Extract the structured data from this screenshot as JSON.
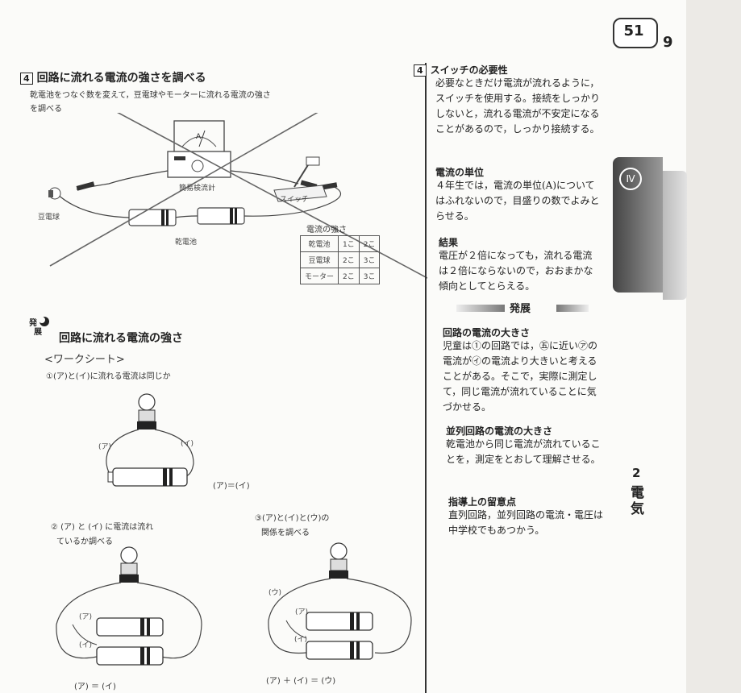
{
  "page_number": "51",
  "corner_mark": "9",
  "left": {
    "section4": {
      "num": "4",
      "title": "回路に流れる電流の強さを調べる",
      "desc": "乾電池をつなぐ数を変えて，豆電球やモーターに流れる電流の強さを調べる",
      "labels": {
        "ammeter": "簡易検流計",
        "switch": "スイッチ",
        "bulb": "豆電球",
        "battery": "乾電池",
        "meter_a": "A"
      },
      "table_title": "電流の強さ",
      "table": [
        [
          "乾電池",
          "1こ",
          "2こ"
        ],
        [
          "豆電球",
          "2こ",
          "3こ"
        ],
        [
          "モーター",
          "2こ",
          "3こ"
        ]
      ]
    },
    "develop": {
      "mark_top": "発",
      "mark_bottom": "展",
      "title": "回路に流れる電流の強さ",
      "worksheet": "<ワークシート>",
      "q1": "①(ア)と(イ)に流れる電流は同じか",
      "q2_line1": "② (ア) と (イ) に電流は流れ",
      "q2_line2": "ているか調べる",
      "q3_line1": "③(ア)と(イ)と(ウ)の",
      "q3_line2": "関係を調べる",
      "label_a": "(ア)",
      "label_i": "(イ)",
      "label_u": "(ウ)",
      "eq1": "(ア)＝(イ)",
      "eq2": "(ア) ＝ (イ)",
      "eq3": "(ア) ＋ (イ) ＝ (ウ)"
    }
  },
  "right": {
    "s4_num": "4",
    "s4_title": "スイッチの必要性",
    "s4_text": "必要なときだけ電流が流れるように，スイッチを使用する。接続をしっかりしないと，流れる電流が不安定になることがあるので，しっかり接続する。",
    "unit_title": "電流の単位",
    "unit_text": "４年生では，電流の単位(A)についてはふれないので，目盛りの数でよみとらせる。",
    "result_title": "結果",
    "result_text": "電圧が２倍になっても，流れる電流は２倍にならないので，おおまかな傾向としてとらえる。",
    "develop_banner": "発展",
    "circuit_title": "回路の電流の大きさ",
    "circuit_text": "児童は①の回路では，㊄に近い㋐の電流が㋑の電流より大きいと考えることがある。そこで，実際に測定して，同じ電流が流れていることに気づかせる。",
    "parallel_title": "並列回路の電流の大きさ",
    "parallel_text": "乾電池から同じ電流が流れていることを，測定をとおして理解させる。",
    "guide_title": "指導上の留意点",
    "guide_text": "直列回路，並列回路の電流・電圧は中学校でもあつかう。"
  },
  "sidebar": {
    "chapter_num": "2",
    "chapter_title": "電気",
    "tab_mark": "Ⅳ"
  }
}
